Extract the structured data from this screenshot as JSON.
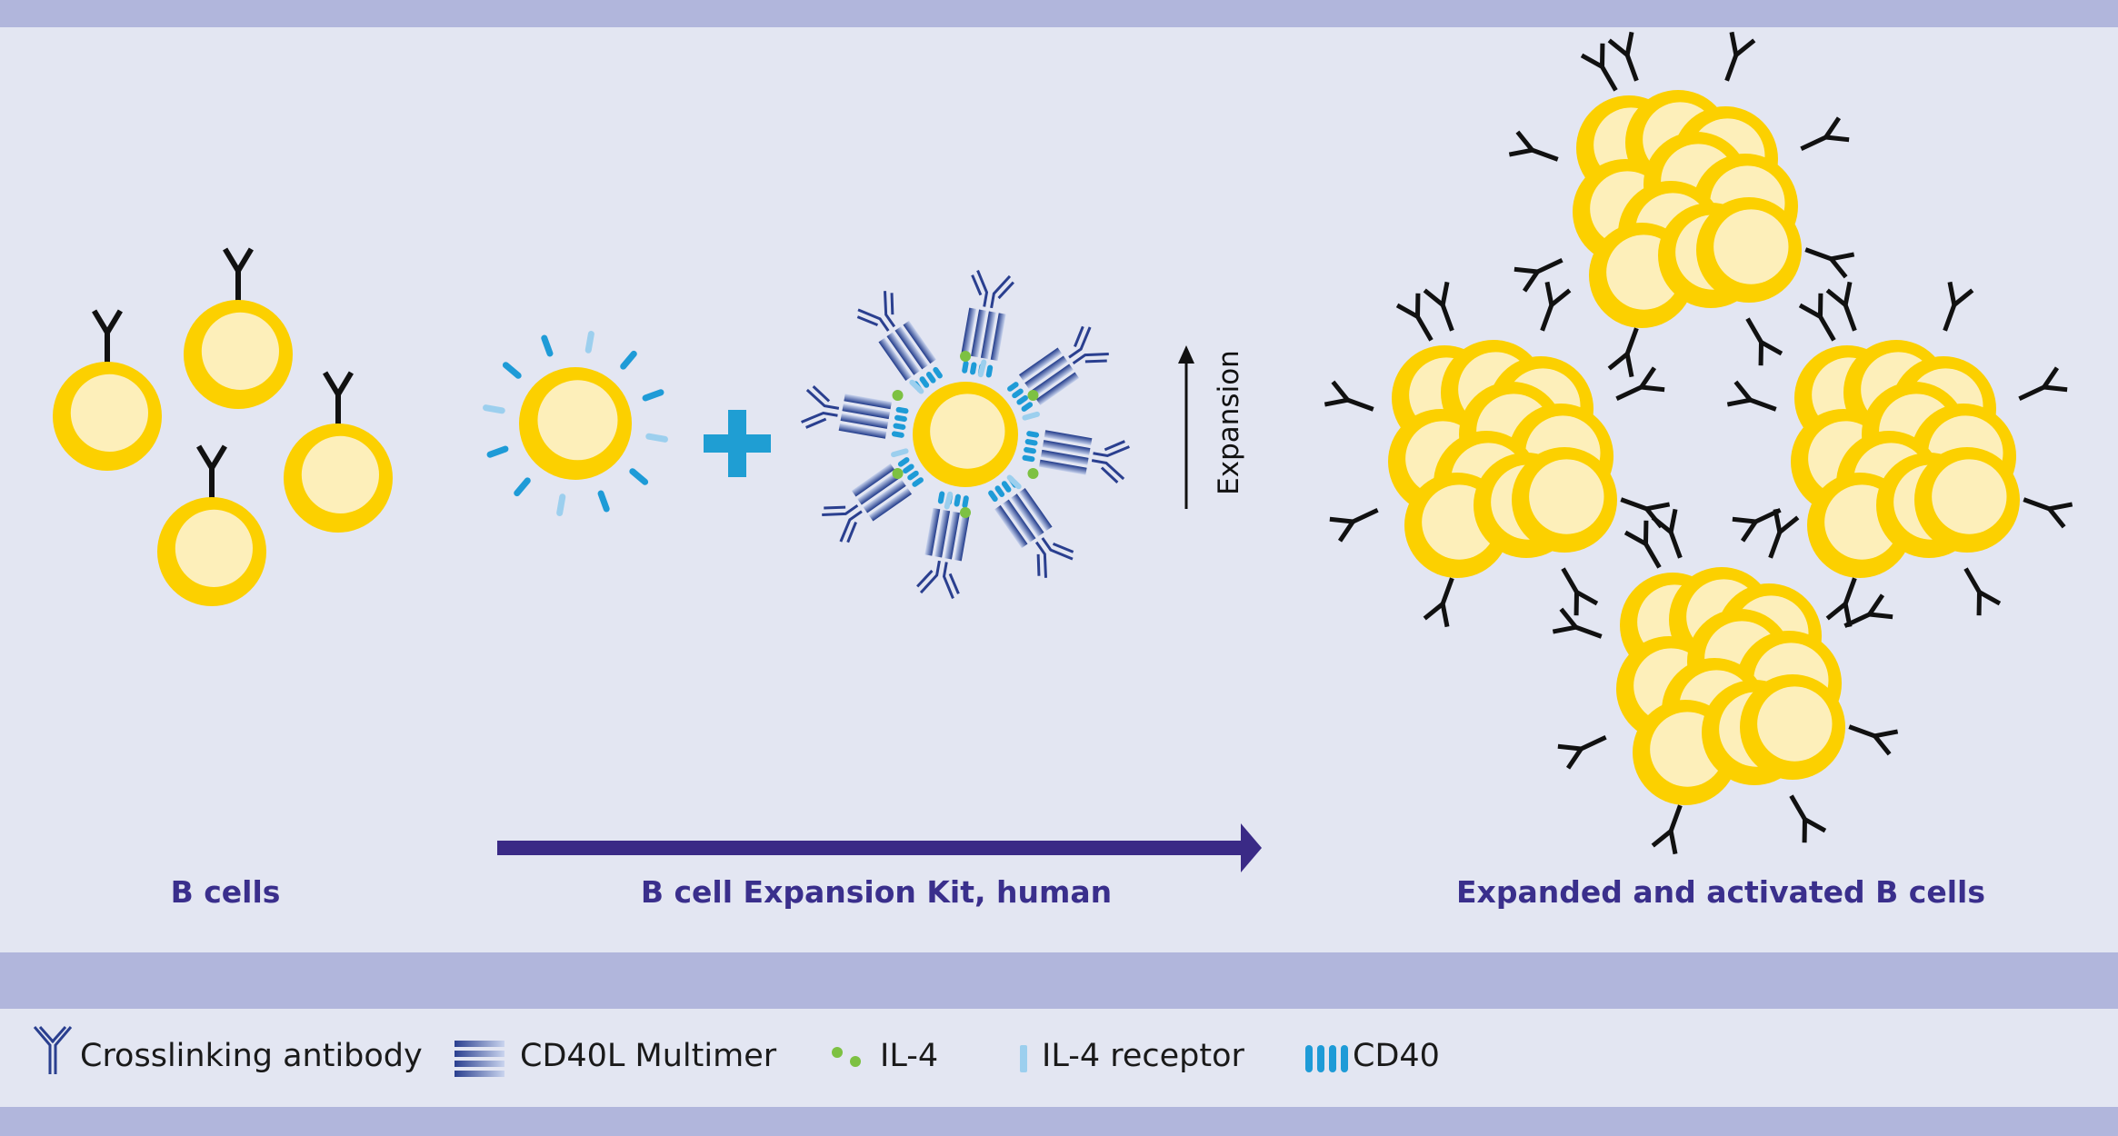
{
  "colors": {
    "band": "#b1b6dc",
    "panel": "#e3e6f2",
    "cell_ring": "#fcd000",
    "cell_core": "#fdefba",
    "label_text": "#3a2f8c",
    "process_arrow": "#3a2a86",
    "plus": "#1f9ed3",
    "cd40": "#1e9bd7",
    "il4_receptor": "#9ccfee",
    "il4": "#7dc142",
    "multimer": "#2a3f8f",
    "antibody_bcr": "#111111"
  },
  "stages": {
    "left_label": "B cells",
    "middle_label": "B cell Expansion Kit, human",
    "right_label": "Expanded and activated B cells"
  },
  "axis": {
    "label": "Expansion"
  },
  "legend": {
    "items": [
      {
        "icon": "crosslinking-antibody-icon",
        "label": "Crosslinking antibody"
      },
      {
        "icon": "cd40l-multimer-icon",
        "label": "CD40L Multimer"
      },
      {
        "icon": "il-4-icon",
        "label": "IL-4"
      },
      {
        "icon": "il-4-receptor-icon",
        "label": "IL-4 receptor"
      },
      {
        "icon": "cd40-icon",
        "label": "CD40"
      }
    ]
  }
}
